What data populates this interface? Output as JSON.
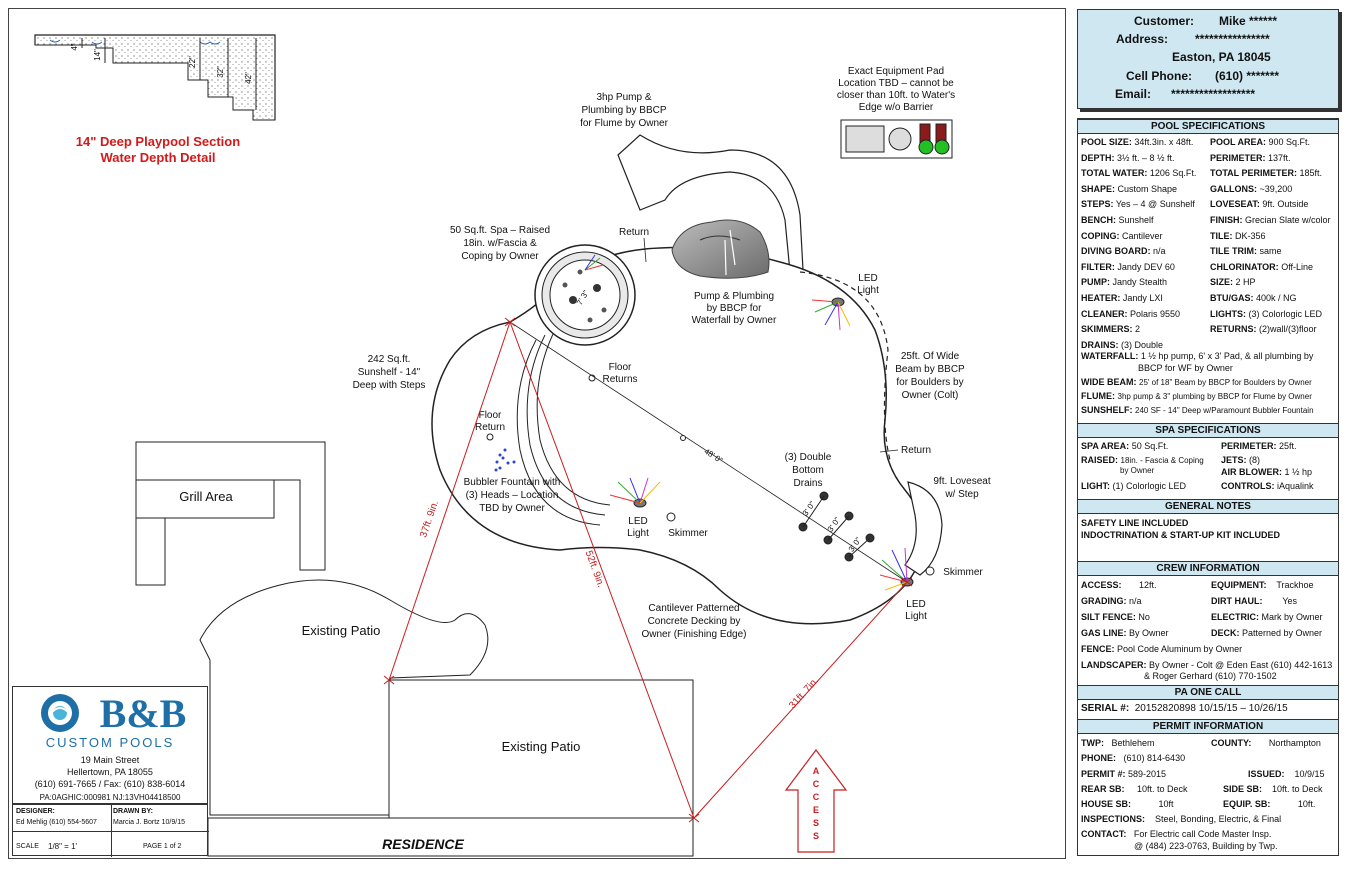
{
  "customer": {
    "customer_label": "Customer:",
    "customer_value": "Mike ******",
    "address_label": "Address:",
    "address_value": "****************",
    "address_line2": "Easton, PA  18045",
    "phone_label": "Cell Phone:",
    "phone_value": "(610) *******",
    "email_label": "Email:",
    "email_value": "******************"
  },
  "pool_specs": {
    "header": "POOL SPECIFICATIONS",
    "rows": [
      {
        "l": "POOL SIZE:",
        "lv": "34ft.3in. x 48ft.",
        "r": "POOL AREA:",
        "rv": "900 Sq.Ft."
      },
      {
        "l": "DEPTH:",
        "lv": "3½ ft. – 8 ½ ft.",
        "r": "PERIMETER:",
        "rv": "137ft."
      },
      {
        "l": "TOTAL WATER:",
        "lv": "1206 Sq.Ft.",
        "r": "TOTAL PERIMETER:",
        "rv": "185ft."
      },
      {
        "l": "SHAPE:",
        "lv": "Custom Shape",
        "r": "GALLONS:",
        "rv": "~39,200"
      },
      {
        "l": "STEPS:",
        "lv": "Yes – 4 @ Sunshelf",
        "r": "LOVESEAT:",
        "rv": "9ft. Outside"
      },
      {
        "l": "BENCH:",
        "lv": "Sunshelf",
        "r": "FINISH:",
        "rv": "Grecian Slate w/color"
      },
      {
        "l": "COPING:",
        "lv": "Cantilever",
        "r": "TILE:",
        "rv": "DK-356"
      },
      {
        "l": "DIVING BOARD:",
        "lv": "n/a",
        "r": "TILE TRIM:",
        "rv": "same"
      },
      {
        "l": "FILTER:",
        "lv": "Jandy DEV 60",
        "r": "CHLORINATOR:",
        "rv": "Off-Line"
      },
      {
        "l": "PUMP:",
        "lv": "Jandy Stealth",
        "r": "SIZE:",
        "rv": "2 HP"
      },
      {
        "l": "HEATER:",
        "lv": "Jandy LXI",
        "r": "BTU/GAS:",
        "rv": "400k / NG"
      },
      {
        "l": "CLEANER:",
        "lv": "Polaris 9550",
        "r": "LIGHTS:",
        "rv": "(3) Colorlogic LED"
      },
      {
        "l": "SKIMMERS:",
        "lv": "2",
        "r": "RETURNS:",
        "rv": "(2)wall/(3)floor"
      },
      {
        "l": "DRAINS:",
        "lv": "(3) Double",
        "r": "",
        "rv": ""
      }
    ],
    "waterfall_label": "WATERFALL:",
    "waterfall_value": "1 ½ hp pump, 6' x 3' Pad, & all plumbing by",
    "waterfall_value2": "BBCP for WF by Owner",
    "widebeam_label": "WIDE BEAM:",
    "widebeam_value": "25' of 18\" Beam by BBCP for Boulders by Owner",
    "flume_label": "FLUME:",
    "flume_value": "3hp pump & 3\" plumbing by BBCP for Flume by Owner",
    "sunshelf_label": "SUNSHELF:",
    "sunshelf_value": "240 SF - 14\" Deep w/Paramount Bubbler Fountain"
  },
  "spa_specs": {
    "header": "SPA SPECIFICATIONS",
    "area_label": "SPA AREA:",
    "area_value": "50 Sq.Ft.",
    "perim_label": "PERIMETER:",
    "perim_value": "25ft.",
    "raised_label": "RAISED:",
    "raised_value": "18in. - Fascia & Coping",
    "raised_value2": "by Owner",
    "jets_label": "JETS:",
    "jets_value": "(8)",
    "blower_label": "AIR BLOWER:",
    "blower_value": "1 ½ hp",
    "light_label": "LIGHT:",
    "light_value": "(1) Colorlogic LED",
    "controls_label": "CONTROLS:",
    "controls_value": "iAqualink"
  },
  "general_notes": {
    "header": "GENERAL NOTES",
    "line1": "SAFETY LINE INCLUDED",
    "line2": "INDOCTRINATION & START-UP KIT INCLUDED"
  },
  "crew": {
    "header": "CREW INFORMATION",
    "access_label": "ACCESS:",
    "access_value": "12ft.",
    "equip_label": "EQUIPMENT:",
    "equip_value": "Trackhoe",
    "grading_label": "GRADING:",
    "grading_value": "n/a",
    "dirt_label": "DIRT HAUL:",
    "dirt_value": "Yes",
    "silt_label": "SILT FENCE:",
    "silt_value": "No",
    "electric_label": "ELECTRIC:",
    "electric_value": "Mark by Owner",
    "gas_label": "GAS LINE:",
    "gas_value": "By Owner",
    "deck_label": "DECK:",
    "deck_value": "Patterned by Owner",
    "fence_label": "FENCE:",
    "fence_value": "Pool Code Aluminum by Owner",
    "land_label": "LANDSCAPER:",
    "land_value": "By Owner - Colt @ Eden East (610) 442-1613",
    "land_value2": "& Roger Gerhard (610) 770-1502"
  },
  "pa_one_call": {
    "header": "PA ONE CALL",
    "serial_label": "SERIAL #:",
    "serial_value": "20152820898  10/15/15 – 10/26/15"
  },
  "permit": {
    "header": "PERMIT INFORMATION",
    "twp_label": "TWP:",
    "twp_value": "Bethlehem",
    "county_label": "COUNTY:",
    "county_value": "Northampton",
    "phone_label": "PHONE:",
    "phone_value": "(610) 814-6430",
    "permit_label": "PERMIT #:",
    "permit_value": "589-2015",
    "issued_label": "ISSUED:",
    "issued_value": "10/9/15",
    "rear_label": "REAR SB:",
    "rear_value": "10ft. to Deck",
    "side_label": "SIDE SB:",
    "side_value": "10ft. to Deck",
    "house_label": "HOUSE SB:",
    "house_value": "10ft",
    "equipsb_label": "EQUIP. SB:",
    "equipsb_value": "10ft.",
    "insp_label": "INSPECTIONS:",
    "insp_value": "Steel, Bonding, Electric, & Final",
    "contact_label": "CONTACT:",
    "contact_value": "For Electric call Code Master Insp.",
    "contact_value2": "@ (484) 223-0763, Building by Twp."
  },
  "company": {
    "name": "B&B",
    "tagline": "CUSTOM POOLS",
    "street": "19 Main Street",
    "city": "Hellertown, PA 18055",
    "phones": "(610) 691-7665 / Fax: (610) 838-6014",
    "license": "PA:0AGHIC:000981  NJ:13VH04418500",
    "designer_label": "DESIGNER:",
    "designer_value": "Ed Mehlig (610) 554-5607",
    "drawn_label": "DRAWN BY:",
    "drawn_value": "Marcia J. Bortz  10/9/15",
    "scale_label": "SCALE",
    "scale_value": "1/8\" = 1'",
    "page": "PAGE 1 of 2",
    "brand_color": "#1e6fa8"
  },
  "plan": {
    "playpool_title": "14\" Deep Playpool Section",
    "playpool_subtitle": "Water Depth Detail",
    "depth_4": "4\"",
    "depth_14": "14\"",
    "depth_22": "22\"",
    "depth_32": "32\"",
    "depth_42": "42\"",
    "equipment_pad": [
      "Exact Equipment Pad",
      "Location TBD – cannot be",
      "closer than 10ft. to Water's",
      "Edge w/o Barrier"
    ],
    "flume_pump": [
      "3hp Pump &",
      "Plumbing by BBCP",
      "for Flume by Owner"
    ],
    "spa_note": [
      "50 Sq.ft. Spa – Raised",
      "18in. w/Fascia &",
      "Coping by Owner"
    ],
    "return_top": "Return",
    "waterfall_note": [
      "Pump & Plumbing",
      "by BBCP for",
      "Waterfall by Owner"
    ],
    "led_light_tr": [
      "LED",
      "Light"
    ],
    "wide_beam_note": [
      "25ft. Of Wide",
      "Beam by BBCP",
      "for Boulders by",
      "Owner (Colt)"
    ],
    "return_right": "Return",
    "loveseat_note": [
      "9ft. Loveseat",
      "w/ Step"
    ],
    "skimmer_right": "Skimmer",
    "led_light_br": [
      "LED",
      "Light"
    ],
    "sunshelf_note": [
      "242 Sq.ft.",
      "Sunshelf - 14\"",
      "Deep with Steps"
    ],
    "floor_return_1": [
      "Floor",
      "Returns"
    ],
    "floor_return_2": [
      "Floor",
      "Return"
    ],
    "bubbler_note": [
      "Bubbler Fountain with",
      "(3) Heads – Location",
      "TBD by Owner"
    ],
    "led_light_bl": [
      "LED",
      "Light"
    ],
    "skimmer_left": "Skimmer",
    "drains_note": [
      "(3) Double",
      "Bottom",
      "Drains"
    ],
    "dim_48": "48' 0\"",
    "dim_3a": "3' 0\"",
    "dim_3b": "3' 0\"",
    "dim_3c": "3' 0\"",
    "spa_dim": "7' 3\"",
    "dim_37": "37ft. 9in.",
    "dim_52": "52ft. 9in.",
    "dim_31": "31ft. 7in.",
    "grill_area": "Grill Area",
    "patio_left": "Existing Patio",
    "patio_mid": "Existing Patio",
    "decking_note": [
      "Cantilever Patterned",
      "Concrete Decking by",
      "Owner (Finishing Edge)"
    ],
    "residence": "RESIDENCE",
    "access": "ACCESS",
    "water_color": "#1e63b8",
    "dim_color": "#c81e1e"
  }
}
